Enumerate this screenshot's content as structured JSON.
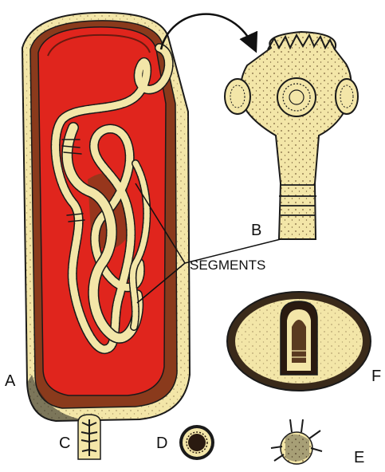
{
  "figure": {
    "labels": {
      "A": "A",
      "B": "B",
      "C": "C",
      "D": "D",
      "E": "E",
      "F": "F",
      "segments": "SEGMENTS"
    },
    "colors": {
      "tissue_red": "#e0251d",
      "tissue_dark": "#8a3a1c",
      "cream": "#f3e6a8",
      "outline": "#1a1a1a",
      "stipple": "#5a4020",
      "background": "#ffffff"
    }
  }
}
